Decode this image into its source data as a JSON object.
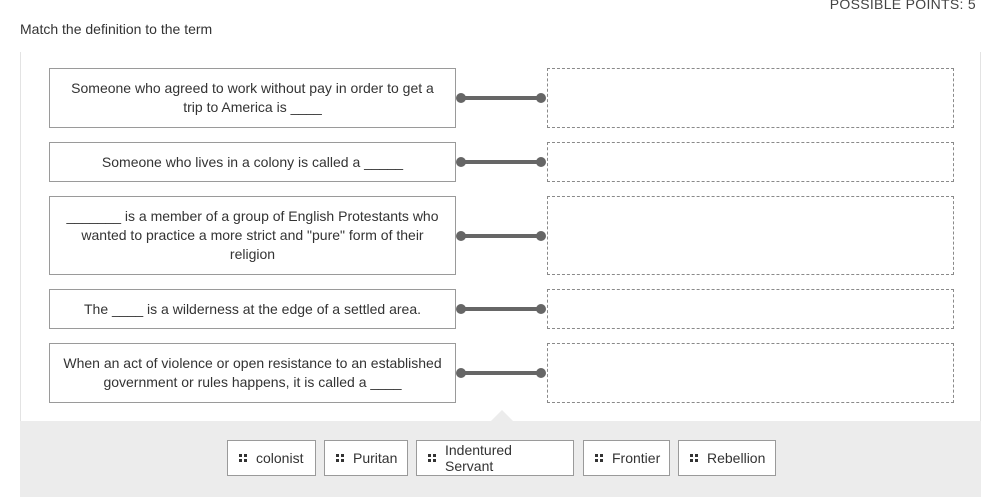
{
  "header": {
    "points_label": "POSSIBLE POINTS: 5",
    "instruction": "Match the definition to the term"
  },
  "definitions": [
    "Someone who agreed to work without pay in order to get a trip to America is ____",
    "Someone who lives in a colony is called a _____",
    "_______ is a member of a group of English Protestants who wanted to practice a more strict and \"pure\" form of their religion",
    "The ____ is a wilderness at the edge of a settled area.",
    "When an act of violence or open resistance to an established government or rules happens, it is called a ____"
  ],
  "terms": [
    "colonist",
    "Puritan",
    "Indentured Servant",
    "Frontier",
    "Rebellion"
  ],
  "icons": {
    "connector": "connector-handle-icon",
    "term_handle": "drag-handle-icon"
  },
  "colors": {
    "tray": "#ececec",
    "connector": "#666666",
    "border": "#9a9a9a"
  }
}
